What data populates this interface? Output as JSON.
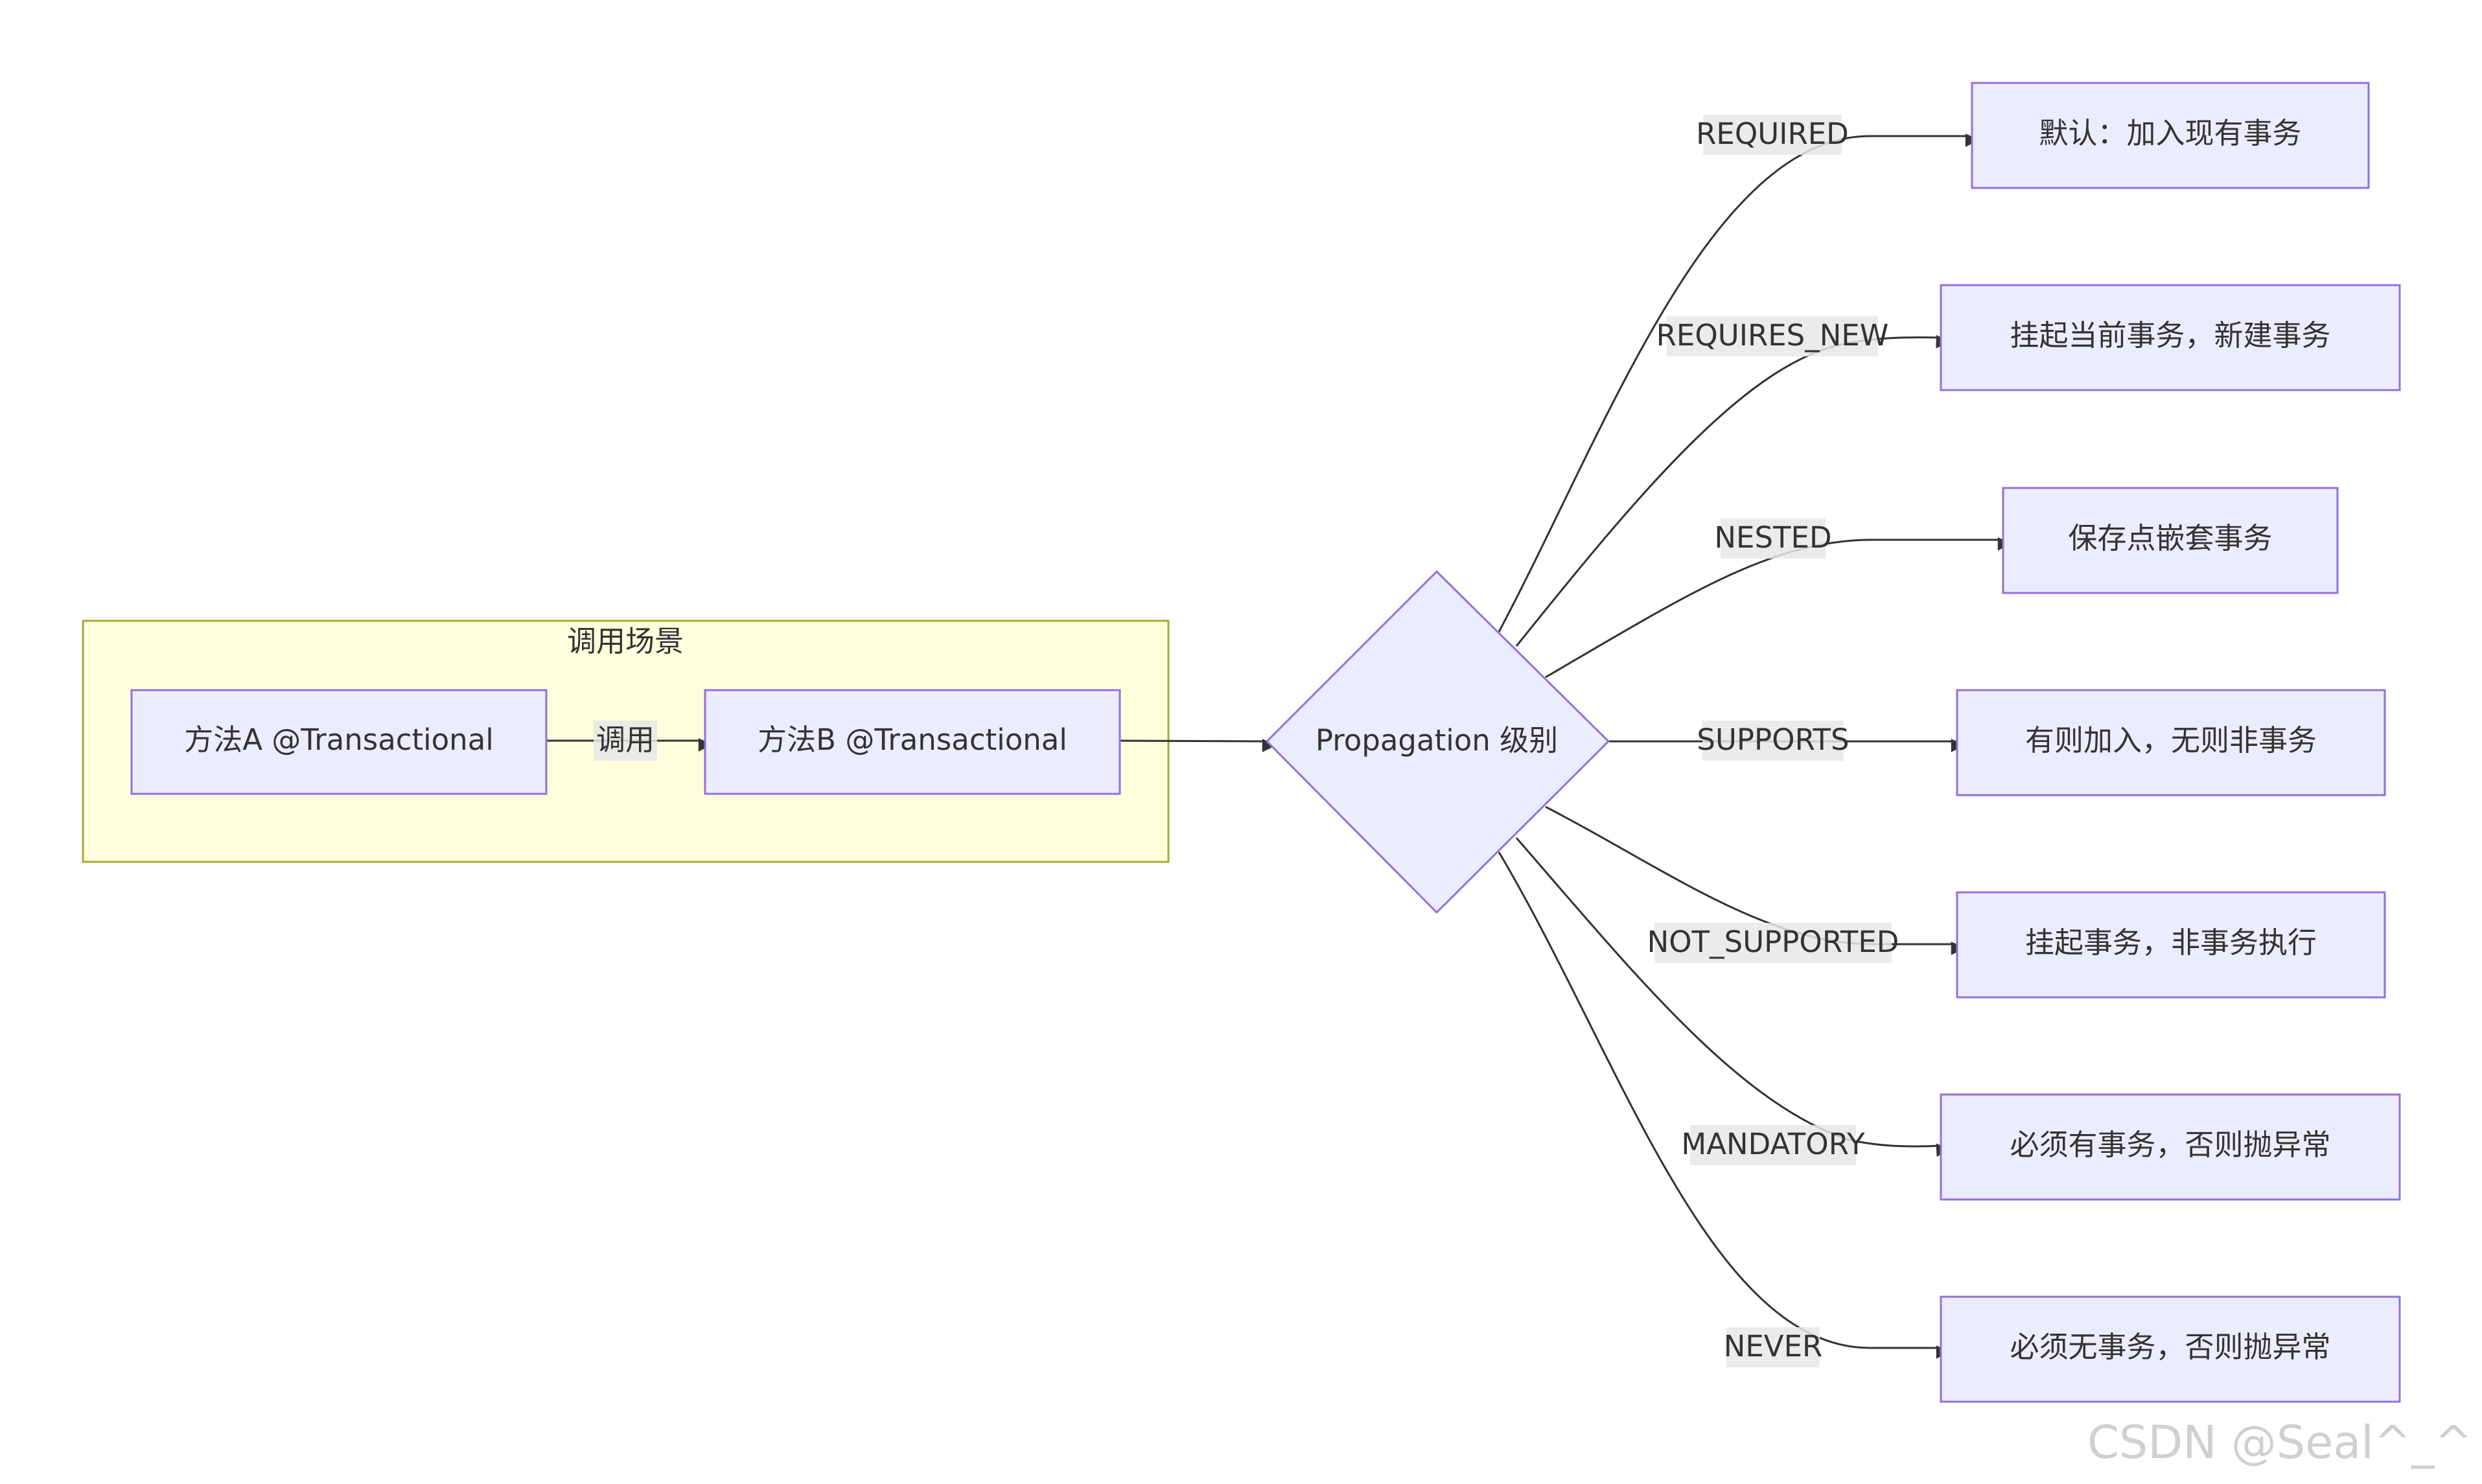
{
  "subgraph": {
    "title": "调用场景"
  },
  "nodes": {
    "method_a": "方法A @Transactional",
    "method_b": "方法B @Transactional",
    "propagation": "Propagation 级别",
    "required": "默认：加入现有事务",
    "requires_new": "挂起当前事务，新建事务",
    "nested": "保存点嵌套事务",
    "supports": "有则加入，无则非事务",
    "not_supported": "挂起事务，非事务执行",
    "mandatory": "必须有事务，否则抛异常",
    "never": "必须无事务，否则抛异常"
  },
  "edges": {
    "call": "调用",
    "required": "REQUIRED",
    "requires_new": "REQUIRES_NEW",
    "nested": "NESTED",
    "supports": "SUPPORTS",
    "not_supported": "NOT_SUPPORTED",
    "mandatory": "MANDATORY",
    "never": "NEVER"
  },
  "watermark": "CSDN @Seal^_^",
  "colors": {
    "node_fill": "#ececff",
    "node_stroke": "#9370db",
    "subgraph_fill": "#ffffde",
    "subgraph_stroke": "#aaaa33",
    "edge": "#333333",
    "edge_label_bg": "#e8e8e8"
  }
}
